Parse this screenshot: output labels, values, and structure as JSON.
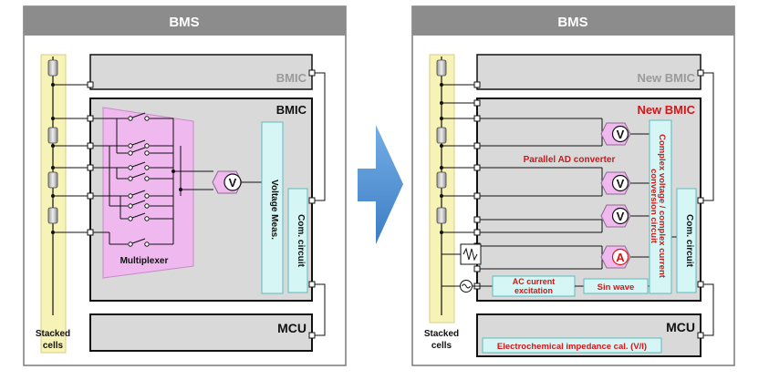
{
  "left": {
    "title": "BMS",
    "bmic_top": "BMIC",
    "bmic_main": "BMIC",
    "multiplexer": "Multiplexer",
    "voltage_meas": "Voltage Meas.",
    "com_circuit": "Com. circuit",
    "mcu": "MCU",
    "stacked_cells_line1": "Stacked",
    "stacked_cells_line2": "cells",
    "meter_symbol": "V"
  },
  "right": {
    "title": "BMS",
    "bmic_top": "New BMIC",
    "bmic_main": "New BMIC",
    "parallel_ad": "Parallel AD converter",
    "complex_line1": "Complex voltage / complex current",
    "complex_line2": "conversion circuit",
    "com_circuit": "Com. circuit",
    "ac_line1": "AC current",
    "ac_line2": "excitation",
    "sin_wave": "Sin wave",
    "mcu": "MCU",
    "eis": "Electrochemical impedance cal. (V/I)",
    "stacked_cells_line1": "Stacked",
    "stacked_cells_line2": "cells",
    "meter_v": "V",
    "meter_a": "A"
  },
  "colors": {
    "header": "#8c8c8c",
    "box_fill": "#d9d9d9",
    "cyan": "#d6f5f5",
    "cyan_stroke": "#5bbcbc",
    "mux": "#efb8ef",
    "strip": "#f7f2b6",
    "arrow": "#4f8fd4",
    "red_text": "#d01818"
  }
}
